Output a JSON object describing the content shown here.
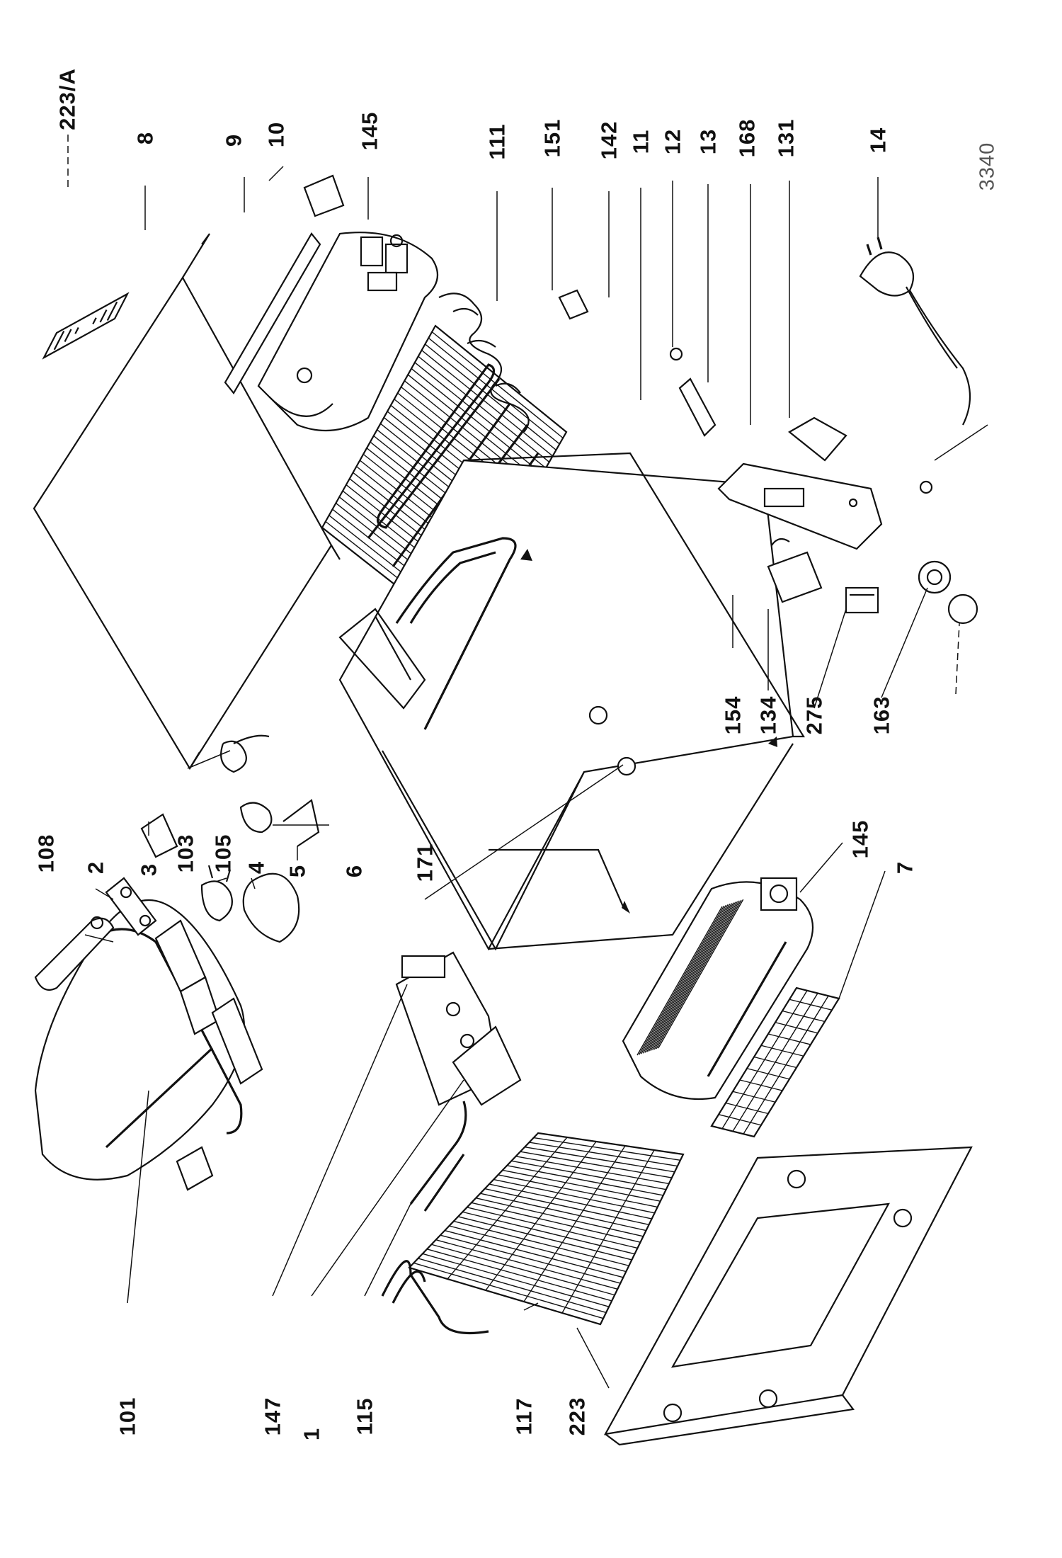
{
  "drawing_number": "3340",
  "labels": {
    "l223a": "223/A",
    "l8": "8",
    "l9": "9",
    "l10": "10",
    "l145top": "145",
    "l111": "111",
    "l151": "151",
    "l142": "142",
    "l11": "11",
    "l12": "12",
    "l13": "13",
    "l168": "168",
    "l131": "131",
    "l14": "14",
    "l108": "108",
    "l2": "2",
    "l3": "3",
    "l103": "103",
    "l105": "105",
    "l4": "4",
    "l5": "5",
    "l6": "6",
    "l171": "171",
    "l145mid": "145",
    "l7": "7",
    "l154": "154",
    "l134": "134",
    "l275": "275",
    "l163": "163",
    "l101": "101",
    "l147": "147",
    "l1": "1",
    "l115": "115",
    "l117": "117",
    "l223": "223"
  }
}
